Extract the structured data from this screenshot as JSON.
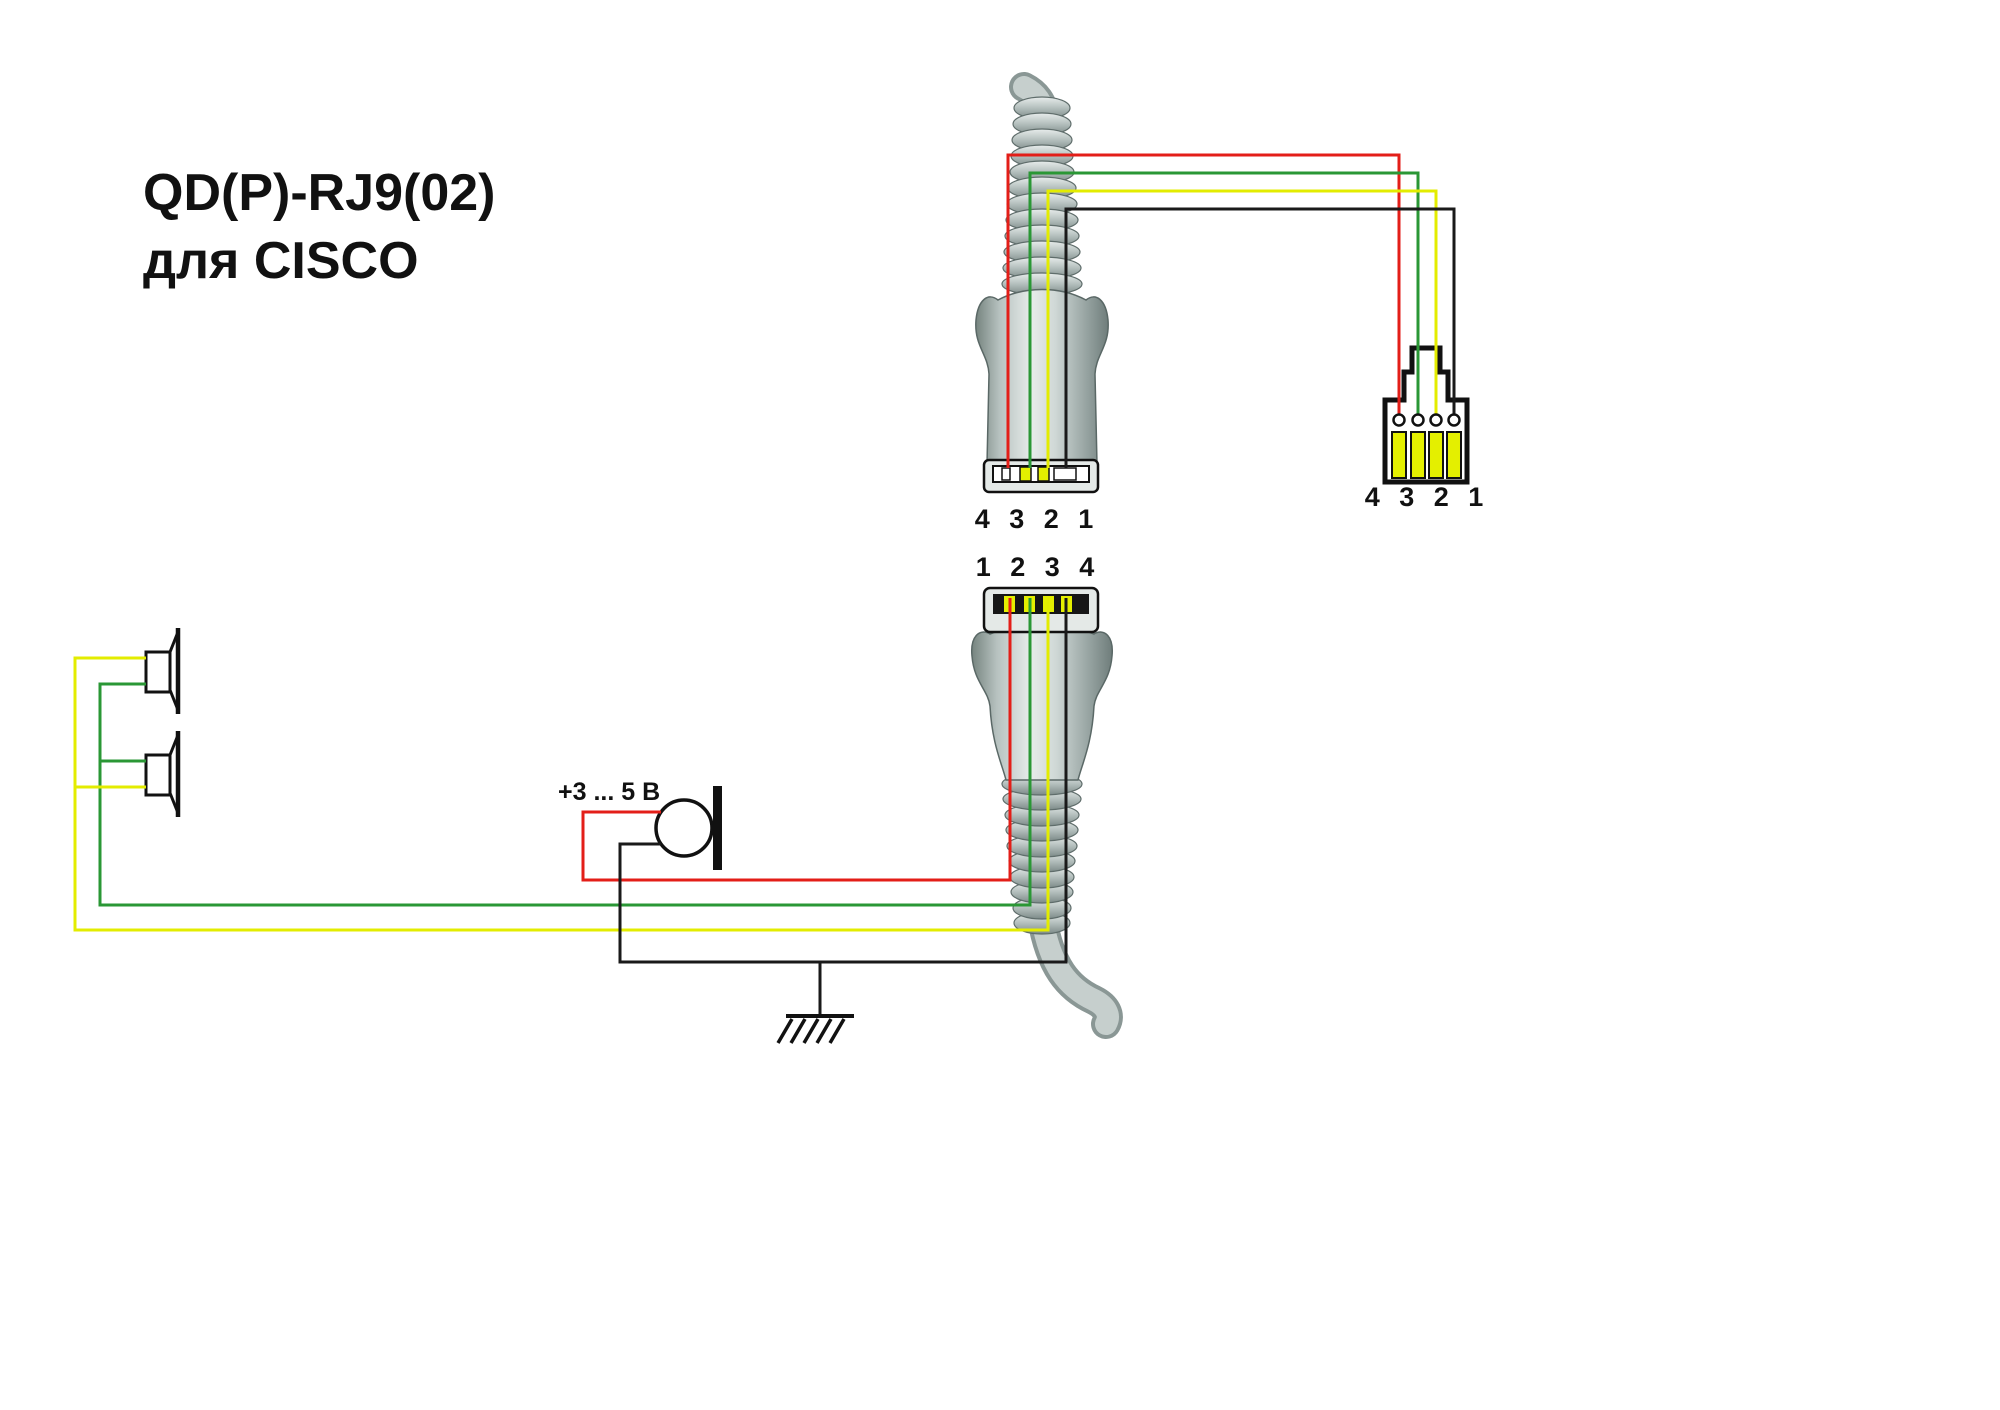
{
  "title": {
    "line1": "QD(P)-RJ9(02)",
    "line2": "для CISCO"
  },
  "top_qd": {
    "pin_labels": "4 3 2 1"
  },
  "rj9": {
    "pin_labels": "4 3 2 1"
  },
  "bottom_qd": {
    "pin_labels": "1 2 3 4"
  },
  "microphone": {
    "voltage_label": "+3 ... 5 В"
  },
  "colors": {
    "wire_red": "#e31e18",
    "wire_green": "#2a9735",
    "wire_yellow": "#e3ec00",
    "wire_black": "#1a1a1a",
    "pin_yellow": "#e4ef00"
  }
}
